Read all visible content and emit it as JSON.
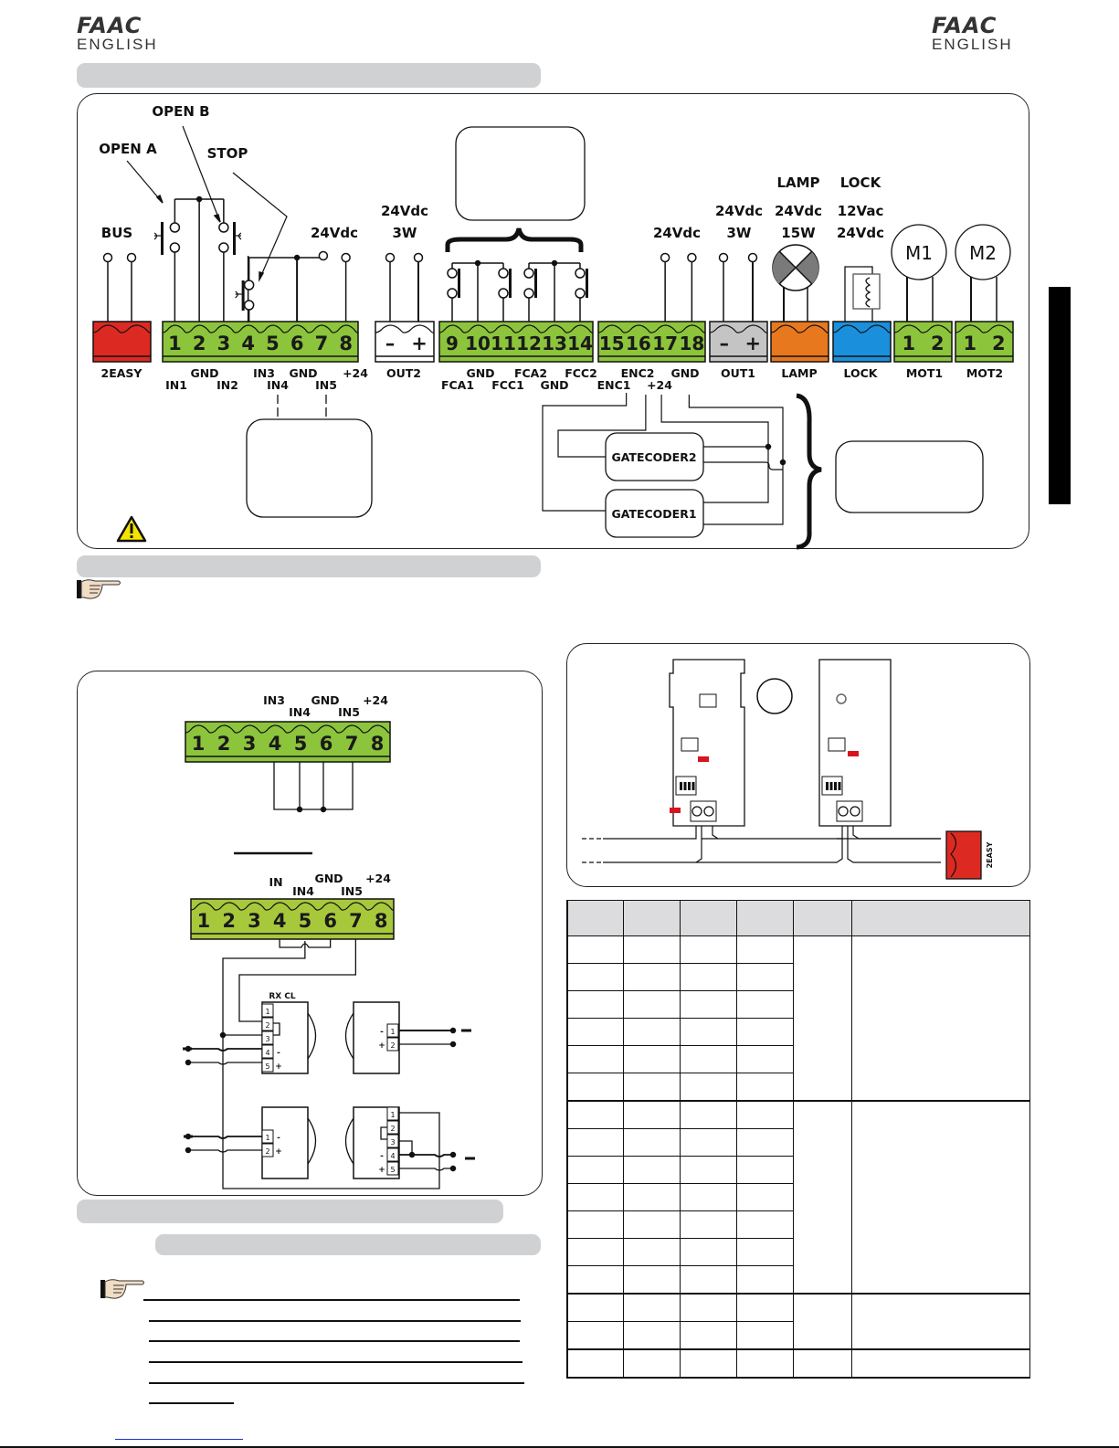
{
  "header": {
    "brand": "FAAC",
    "language": "ENGLISH"
  },
  "colors": {
    "terminal_green": "#8cc43c",
    "terminal_green_dark": "#a5c43a",
    "terminal_red": "#dc2a22",
    "terminal_white": "#ffffff",
    "terminal_grey": "#c4c4c4",
    "terminal_orange": "#e8781e",
    "terminal_blue": "#1a8fdc",
    "section_bar": "#d0d1d3",
    "warning_yellow": "#f4e300",
    "led_red": "#d8141e"
  },
  "main_diagram": {
    "labels": {
      "open_a": "OPEN A",
      "open_b": "OPEN B",
      "stop": "STOP",
      "bus": "BUS",
      "v24_in": "24Vdc",
      "out2_v": "24Vdc",
      "out2_w": "3W",
      "enc_v": "24Vdc",
      "out1_v": "24Vdc",
      "out1_w": "3W",
      "lamp_title": "LAMP",
      "lamp_v": "24Vdc",
      "lamp_w": "15W",
      "lock_title": "LOCK",
      "lock_v1": "12Vac",
      "lock_v2": "24Vdc",
      "m1": "M1",
      "m2": "M2",
      "gatecoder2": "GATECODER2",
      "gatecoder1": "GATECODER1"
    },
    "blocks": [
      {
        "id": "2easy",
        "name": "2EASY",
        "color": "red",
        "pins": []
      },
      {
        "id": "in",
        "name": "",
        "color": "green",
        "pins": [
          "1",
          "2",
          "3",
          "4",
          "5",
          "6",
          "7",
          "8"
        ]
      },
      {
        "id": "out2",
        "name": "OUT2",
        "color": "white",
        "pins": [
          "–",
          "+"
        ]
      },
      {
        "id": "fc",
        "name": "",
        "color": "green",
        "pins": [
          "9",
          "10",
          "11",
          "12",
          "13",
          "14"
        ]
      },
      {
        "id": "enc",
        "name": "",
        "color": "green",
        "pins": [
          "15",
          "16",
          "17",
          "18"
        ]
      },
      {
        "id": "out1",
        "name": "OUT1",
        "color": "grey",
        "pins": [
          "–",
          "+"
        ]
      },
      {
        "id": "lamp",
        "name": "LAMP",
        "color": "orange",
        "pins": []
      },
      {
        "id": "lock",
        "name": "LOCK",
        "color": "blue",
        "pins": []
      },
      {
        "id": "mot1",
        "name": "MOT1",
        "color": "green",
        "pins": [
          "1",
          "2"
        ]
      },
      {
        "id": "mot2",
        "name": "MOT2",
        "color": "green",
        "pins": [
          "1",
          "2"
        ]
      }
    ],
    "signal_labels_top": [
      "GND",
      "IN3",
      "GND",
      "+24",
      "GND",
      "FCA2",
      "FCC2",
      "ENC2",
      "GND"
    ],
    "signal_labels_bottom": [
      "IN1",
      "IN2",
      "IN4",
      "IN5",
      "FCA1",
      "FCC1",
      "GND",
      "ENC1",
      "+24"
    ]
  },
  "photocell_diagram_a": {
    "labels_top": [
      "IN3",
      "GND",
      "+24"
    ],
    "labels_bottom": [
      "IN4",
      "IN5"
    ],
    "pins": [
      "1",
      "2",
      "3",
      "4",
      "5",
      "6",
      "7",
      "8"
    ]
  },
  "photocell_diagram_b": {
    "labels_top": [
      "IN",
      "GND",
      "+24"
    ],
    "labels_bottom": [
      "IN4",
      "IN5"
    ],
    "pins": [
      "1",
      "2",
      "3",
      "4",
      "5",
      "6",
      "7",
      "8"
    ],
    "rx_label": "RX CL",
    "rx_pins": [
      "1",
      "2",
      "3",
      "4",
      "5"
    ],
    "rx_pol": [
      "",
      "",
      "",
      "-",
      "+"
    ],
    "tx_pins": [
      "1",
      "2"
    ],
    "tx_pol": [
      "-",
      "+"
    ]
  },
  "bus_diagram": {
    "connector_label": "2EASY"
  },
  "table": {
    "columns": 6,
    "header": [
      "",
      "",
      "",
      "",
      "",
      ""
    ],
    "groups": [
      {
        "rows": 6
      },
      {
        "rows": 7
      },
      {
        "rows": 2
      },
      {
        "rows": 1
      }
    ]
  }
}
